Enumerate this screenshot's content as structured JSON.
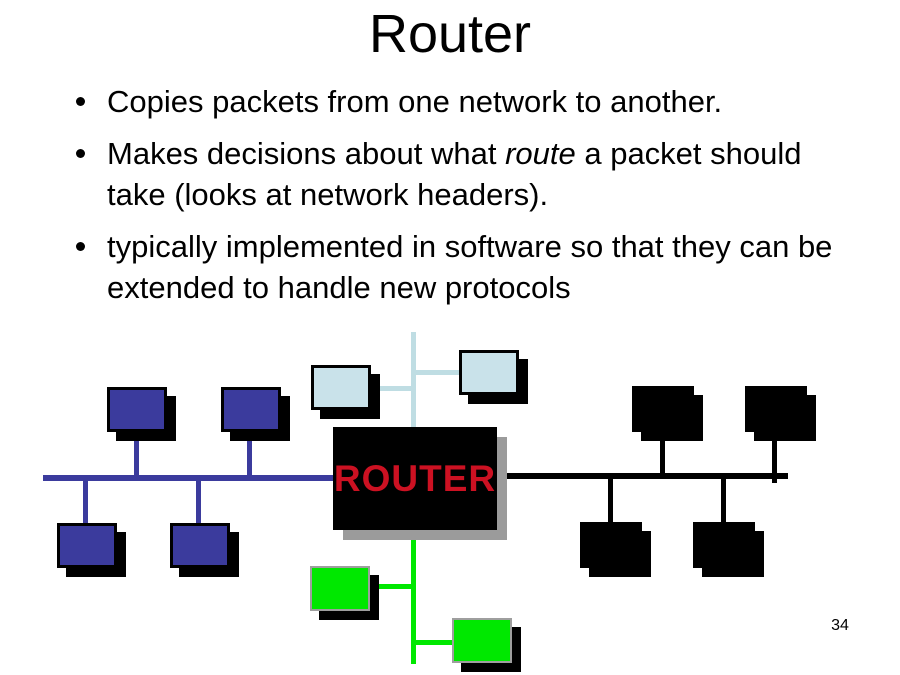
{
  "slide": {
    "title": "Router",
    "page_number": "34",
    "bullets": [
      {
        "text": "Copies packets from one network to another."
      },
      {
        "pre": "Makes decisions about what ",
        "italic": "route",
        "post": " a packet should take (looks at network headers)."
      },
      {
        "text": "typically implemented in software so that they can be extended to handle new protocols"
      }
    ]
  },
  "diagram": {
    "router_label": "ROUTER",
    "networks": [
      {
        "id": "left-network",
        "segment_color": "#3B3B9D",
        "computer_color": "#3B3B9D",
        "computers": 4
      },
      {
        "id": "top-network",
        "segment_color": "#BFDDE3",
        "computer_color": "#C9E2EA",
        "computers": 2
      },
      {
        "id": "right-network",
        "segment_color": "#000000",
        "computer_color": "#000000",
        "computers": 4
      },
      {
        "id": "bottom-network",
        "segment_color": "#00E800",
        "computer_color": "#00E800",
        "computers": 2
      }
    ]
  },
  "colors": {
    "bg": "#FFFFFF",
    "ink": "#000000",
    "black": "#000000",
    "blue": "#3B3B9D",
    "lightblue-fill": "#C9E2EA",
    "lightblue-line": "#BFDDE3",
    "green": "#00E800",
    "pc-border": "#9E9E9E",
    "router-box": "#000000",
    "router-shadow": "#9B9B9B",
    "router-text": "#CC1122"
  }
}
